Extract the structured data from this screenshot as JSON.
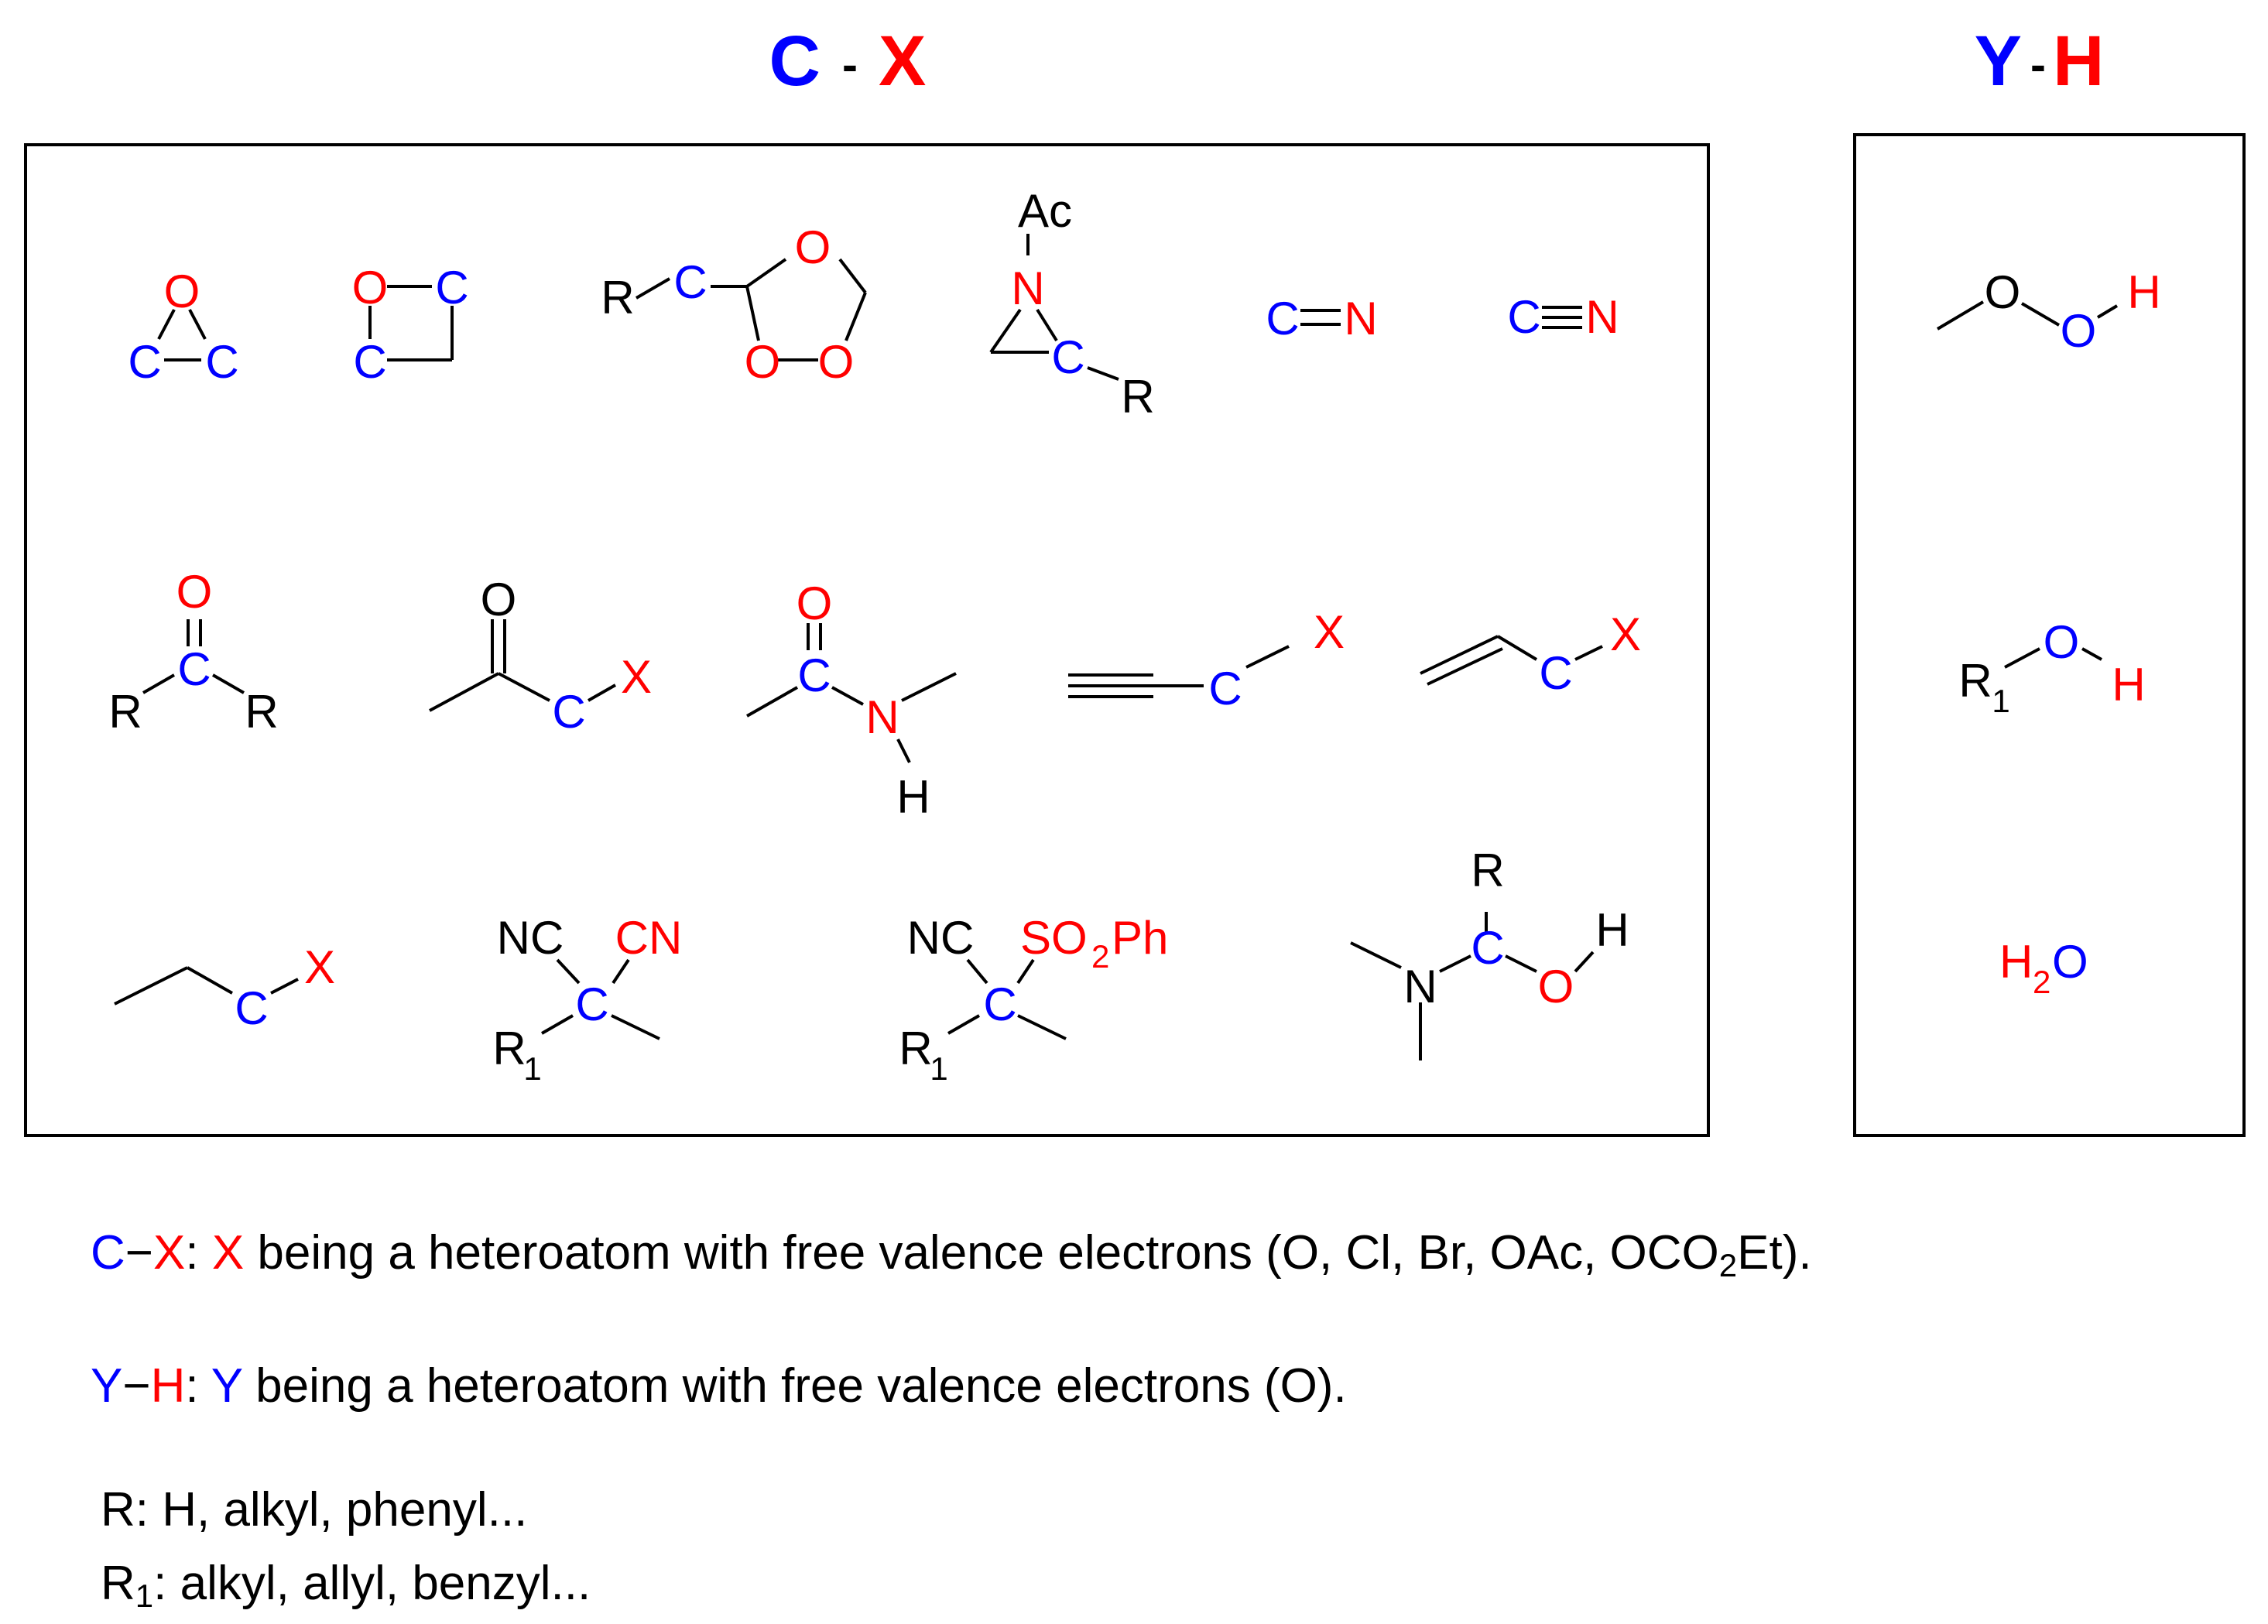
{
  "headers": {
    "cx": {
      "c": "C",
      "dash": "-",
      "x": "X"
    },
    "yh": {
      "y": "Y",
      "dash": "-",
      "h": "H"
    }
  },
  "atoms": {
    "C": "C",
    "O": "O",
    "N": "N",
    "H": "H",
    "X": "X",
    "R": "R",
    "Ac": "Ac",
    "NC": "NC",
    "CN": "CN",
    "SO": "SO",
    "Ph": "Ph",
    "sub1": "1",
    "sub2": "2"
  },
  "legend": {
    "cx_line": {
      "c": "C",
      "dash": "−",
      "x": "X",
      "colon": ":",
      "x2": "X",
      "text": " being a heteroatom with free valence electrons (O, Cl, Br, OAc, OCO",
      "sub": "2",
      "tail": "Et)."
    },
    "yh_line": {
      "y": "Y",
      "dash": "−",
      "h": "H",
      "colon": ":",
      "y2": "Y",
      "text": " being a heteroatom with free valence electrons (O)."
    },
    "r_line": "R: H, alkyl, phenyl...",
    "r1_line": {
      "r": "R",
      "sub": "1",
      "text": ": alkyl, allyl, benzyl..."
    }
  },
  "colors": {
    "carbon_highlight": "#0000ff",
    "heteroatom_highlight": "#ff0000",
    "text": "#000000"
  }
}
